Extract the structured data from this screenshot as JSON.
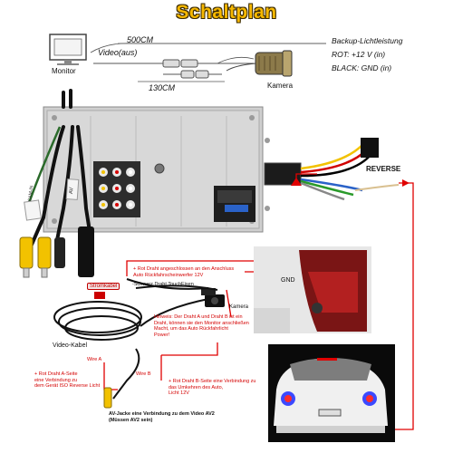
{
  "title": "Schaltplan",
  "top": {
    "monitor": "Monitor",
    "video_out": "Video(aus)",
    "len_500": "500CM",
    "len_130": "130CM",
    "camera": "Kamera",
    "backup_title": "Backup-Lichtleistung",
    "rot": "ROT: +12 V (in)",
    "black": "BLACK: GND (in)"
  },
  "unit": {
    "cam_in": "CAM-IN",
    "av": "AV",
    "reverse": "REVERSE"
  },
  "wiring": {
    "stromkabel": "Stromkabel",
    "video_kabel": "Video-Kabel",
    "gnd": "GND",
    "kamera": "Kamera",
    "rot_draht_1": "+ Rot Draht angeschlossen an den Anschluss",
    "rot_draht_2": "Auto Rückfahrscheinwerfer 12V",
    "schwarz_draht": "-Schwarz Draht TouchEisen",
    "hinweis_1": "Hinweis: Der Draht A und Draht B ist ein",
    "hinweis_2": "Draht, können sie den Monitor anschließen",
    "hinweis_3": "Macht, um das Auto Rückfahrlicht",
    "hinweis_4": "Power!",
    "wire_a": "Wire A",
    "wire_b": "Wire B",
    "a_seite_1": "+ Rot Draht A-Seite",
    "a_seite_2": "eine Verbindung zu",
    "a_seite_3": "dem Gerät ISO Reverse Licht",
    "b_seite_1": "+ Rot Draht B-Seite eine Verbindung zu",
    "b_seite_2": "das Umkehren des Auto,",
    "b_seite_3": "Licht 12V",
    "av_jacke_1": "AV-Jacke eine Verbindung zu dem Video AV2",
    "av_jacke_2": "(Müssen AV2 sein)"
  },
  "colors": {
    "title": "#f6b800",
    "wire_red": "#e00000",
    "cable_black": "#111111",
    "rca_yellow": "#f2c200",
    "unit_gray": "#c9c9c9"
  }
}
